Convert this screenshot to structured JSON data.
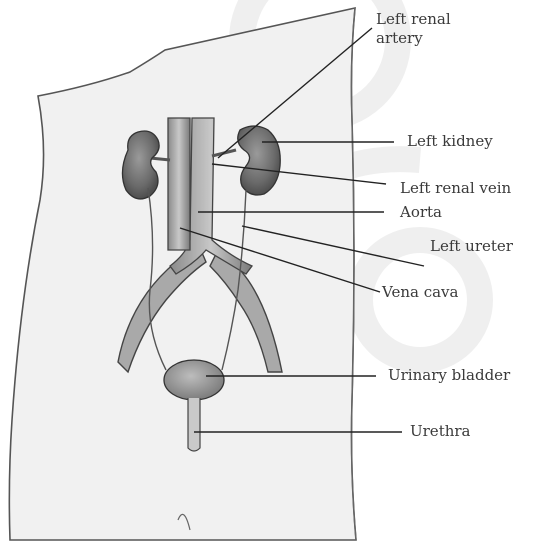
{
  "diagram": {
    "labels": {
      "left_renal_artery": "Left renal\nartery",
      "left_kidney": "Left kidney",
      "left_renal_vein": "Left renal vein",
      "aorta": "Aorta",
      "left_ureter": "Left ureter",
      "vena_cava": "Vena cava",
      "urinary_bladder": "Urinary bladder",
      "urethra": "Urethra"
    },
    "watermark": "©"
  }
}
